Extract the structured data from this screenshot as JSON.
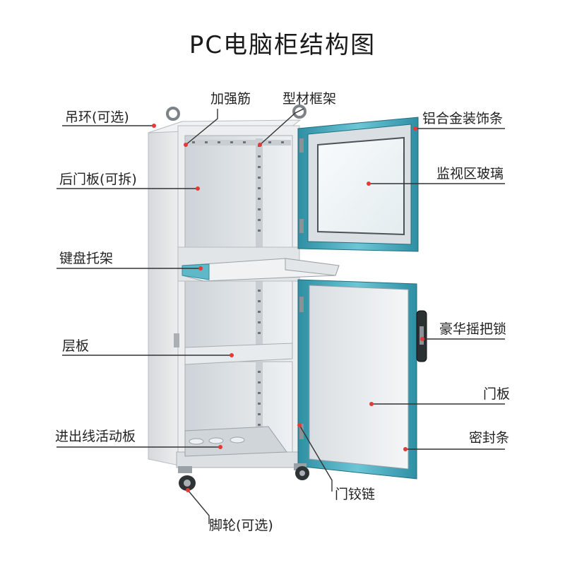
{
  "title": "PC电脑柜结构图",
  "labels": {
    "reinforcement_rib": "加强筋",
    "profile_frame": "型材框架",
    "hoist_ring": "吊环(可选)",
    "aluminum_trim": "铝合金装饰条",
    "rear_panel": "后门板(可拆)",
    "viewing_glass": "监视区玻璃",
    "keyboard_tray": "键盘托架",
    "swing_handle_lock": "豪华摇把锁",
    "shelf": "层板",
    "door_panel": "门板",
    "cable_entry_plate": "进出线活动板",
    "seal_strip": "密封条",
    "door_hinge": "门铰链",
    "casters": "脚轮(可选)"
  },
  "colors": {
    "cabinet_body": "#e6e8ea",
    "interior": "#dfe3e7",
    "door_trim": "#4fb3c7",
    "leader_line": "#333333",
    "marker_dot": "#e53935"
  }
}
